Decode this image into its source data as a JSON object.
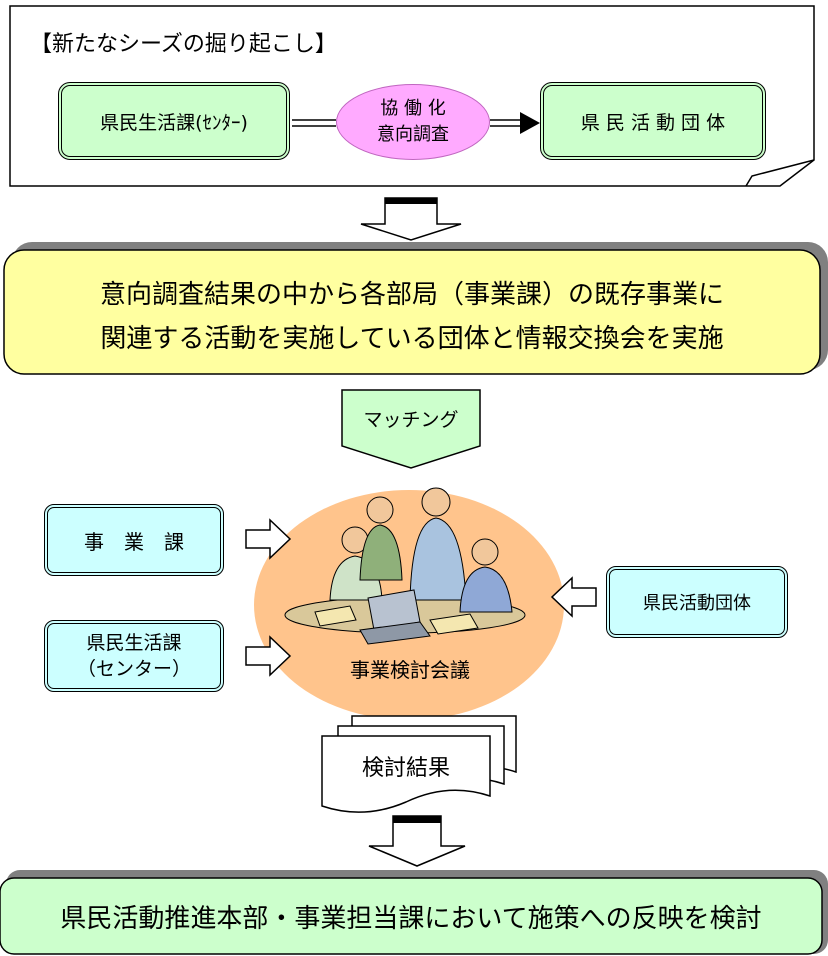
{
  "colors": {
    "green_box": "#ccffcc",
    "cyan_box": "#ccffff",
    "yellow_banner": "#ffffa0",
    "pink_ellipse": "#ffaaff",
    "peach_ellipse": "#ffc48c",
    "banner_shadow": "#808080"
  },
  "top_section": {
    "heading": "【新たなシーズの掘り起こし】",
    "left_box": "県民生活課(ｾﾝﾀｰ)",
    "center_oval": "協 働 化\n意向調査",
    "right_box": "県 民 活 動 団 体"
  },
  "banner1": {
    "line1": "意向調査結果の中から各部局（事業課）の既存事業に",
    "line2": "関連する活動を実施している団体と情報交換会を実施"
  },
  "matching_label": "マッチング",
  "meeting": {
    "left_box_top": "事　業　課",
    "left_box_bottom": "県民生活課\n（センター）",
    "right_box": "県民活動団体",
    "center_label": "事業検討会議",
    "illustration": "meeting-people-clipart"
  },
  "document_label": "検討結果",
  "banner2": {
    "text": "県民活動推進本部・事業担当課において施策への反映を検討"
  }
}
